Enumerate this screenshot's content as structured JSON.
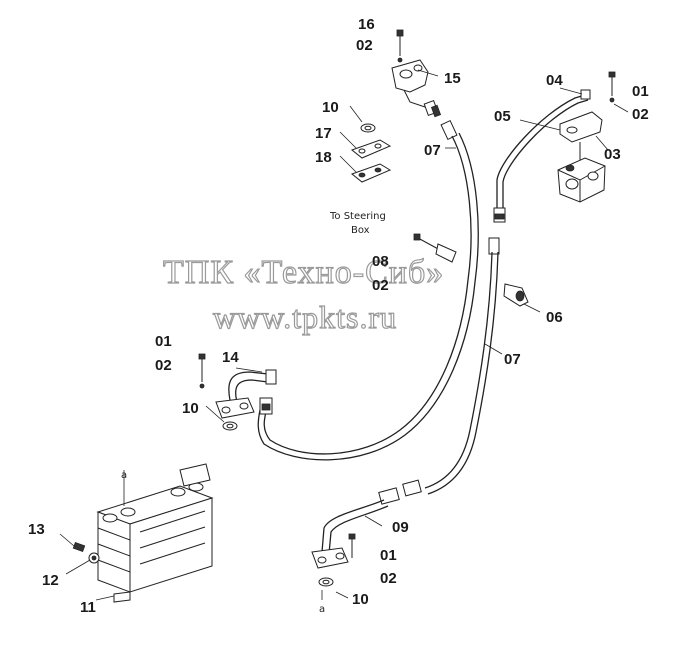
{
  "watermark": {
    "line1": "ТПК «Техно-Сиб»",
    "line2": "www.tpkts.ru"
  },
  "notes": {
    "to_steering_line1": "To Steering",
    "to_steering_line2": "Box",
    "marker_a_top": "a",
    "marker_a_bottom": "a"
  },
  "labels": {
    "l16": "16",
    "l02_top": "02",
    "l15": "15",
    "l10_top": "10",
    "l17": "17",
    "l18": "18",
    "l07_upper": "07",
    "l04": "04",
    "l01_tr": "01",
    "l05": "05",
    "l02_tr": "02",
    "l03": "03",
    "l08": "08",
    "l02_mid": "02",
    "l06": "06",
    "l07_lower": "07",
    "l01_left": "01",
    "l02_left": "02",
    "l14": "14",
    "l10_left": "10",
    "l13": "13",
    "l12": "12",
    "l11": "11",
    "l09": "09",
    "l01_bottom": "01",
    "l02_bottom": "02",
    "l10_bottom": "10"
  }
}
